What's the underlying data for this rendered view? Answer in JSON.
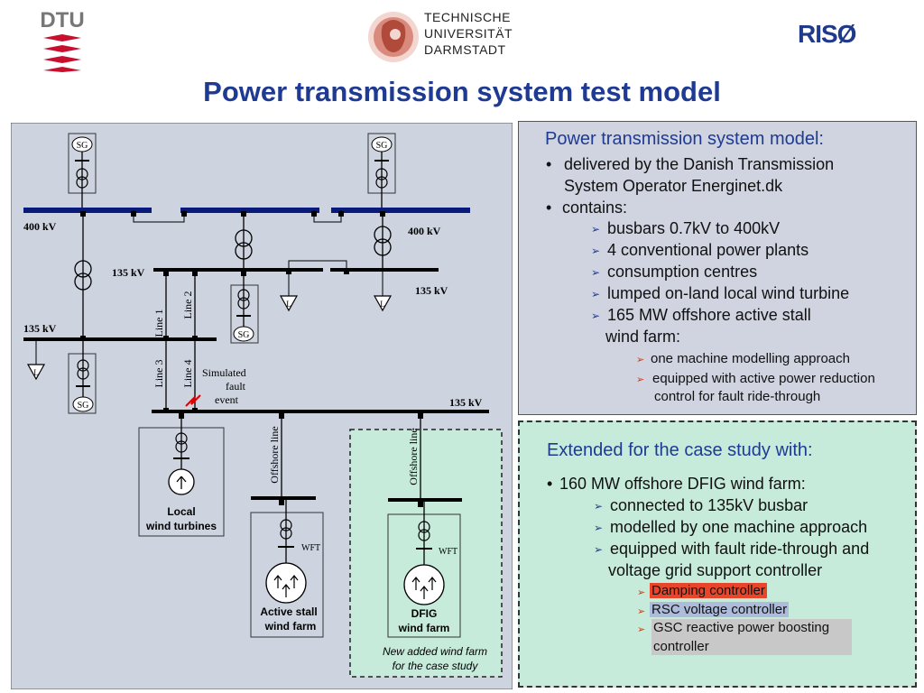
{
  "header": {
    "dtu": "DTU",
    "tud": [
      "TECHNISCHE",
      "UNIVERSITÄT",
      "DARMSTADT"
    ],
    "riso": "RISØ"
  },
  "title": "Power transmission system test model",
  "diagram": {
    "bus400_left": "400 kV",
    "bus400_right": "400 kV",
    "bus135_top": "135 kV",
    "bus135_right_top": "135 kV",
    "bus135_left": "135 kV",
    "bus135_main": "135 kV",
    "sg": "SG",
    "line1": "Line 1",
    "line2": "Line 2",
    "line3": "Line 3",
    "line4": "Line 4",
    "fault": [
      "Simulated",
      "fault",
      "event"
    ],
    "offshore1": "Offshore line",
    "offshore2": "Offshore line",
    "wft": "WFT",
    "local_wt": [
      "Local",
      "wind turbines"
    ],
    "active_stall": [
      "Active stall",
      "wind farm"
    ],
    "dfig": [
      "DFIG",
      "wind farm"
    ],
    "new_added": [
      "New added wind farm",
      "for the case study"
    ]
  },
  "panel1": {
    "heading": "Power transmission system model:",
    "bullet1": [
      "delivered by the Danish Transmission",
      "System Operator Energinet.dk"
    ],
    "bullet2": "contains:",
    "sub": [
      "busbars 0.7kV to 400kV",
      "4 conventional power plants",
      "consumption centres",
      "lumped on-land local wind turbine",
      "165 MW offshore active stall"
    ],
    "sub_cont": "wind farm:",
    "subsub": [
      "one machine modelling approach",
      "equipped with active power reduction"
    ],
    "subsub_cont": "control for fault ride-through"
  },
  "panel2": {
    "heading": "Extended for the case study with:",
    "bullet1": "160 MW offshore DFIG wind farm:",
    "sub": [
      "connected to 135kV busbar",
      "modelled by one machine approach",
      "equipped with fault ride-through and"
    ],
    "sub_cont": "voltage grid support controller",
    "subsub": [
      "Damping controller",
      "RSC voltage controller",
      "GSC reactive power boosting"
    ],
    "subsub_cont": "controller"
  },
  "colors": {
    "title": "#1f3a93",
    "bus400": "#0a1a7a",
    "diagram_bg": "#cdd3df",
    "panel2_bg": "#c6ebdb",
    "dfig_bg": "#c6ebdb",
    "highlight_red": "#e8462a",
    "highlight_blue": "#aebcdc"
  }
}
